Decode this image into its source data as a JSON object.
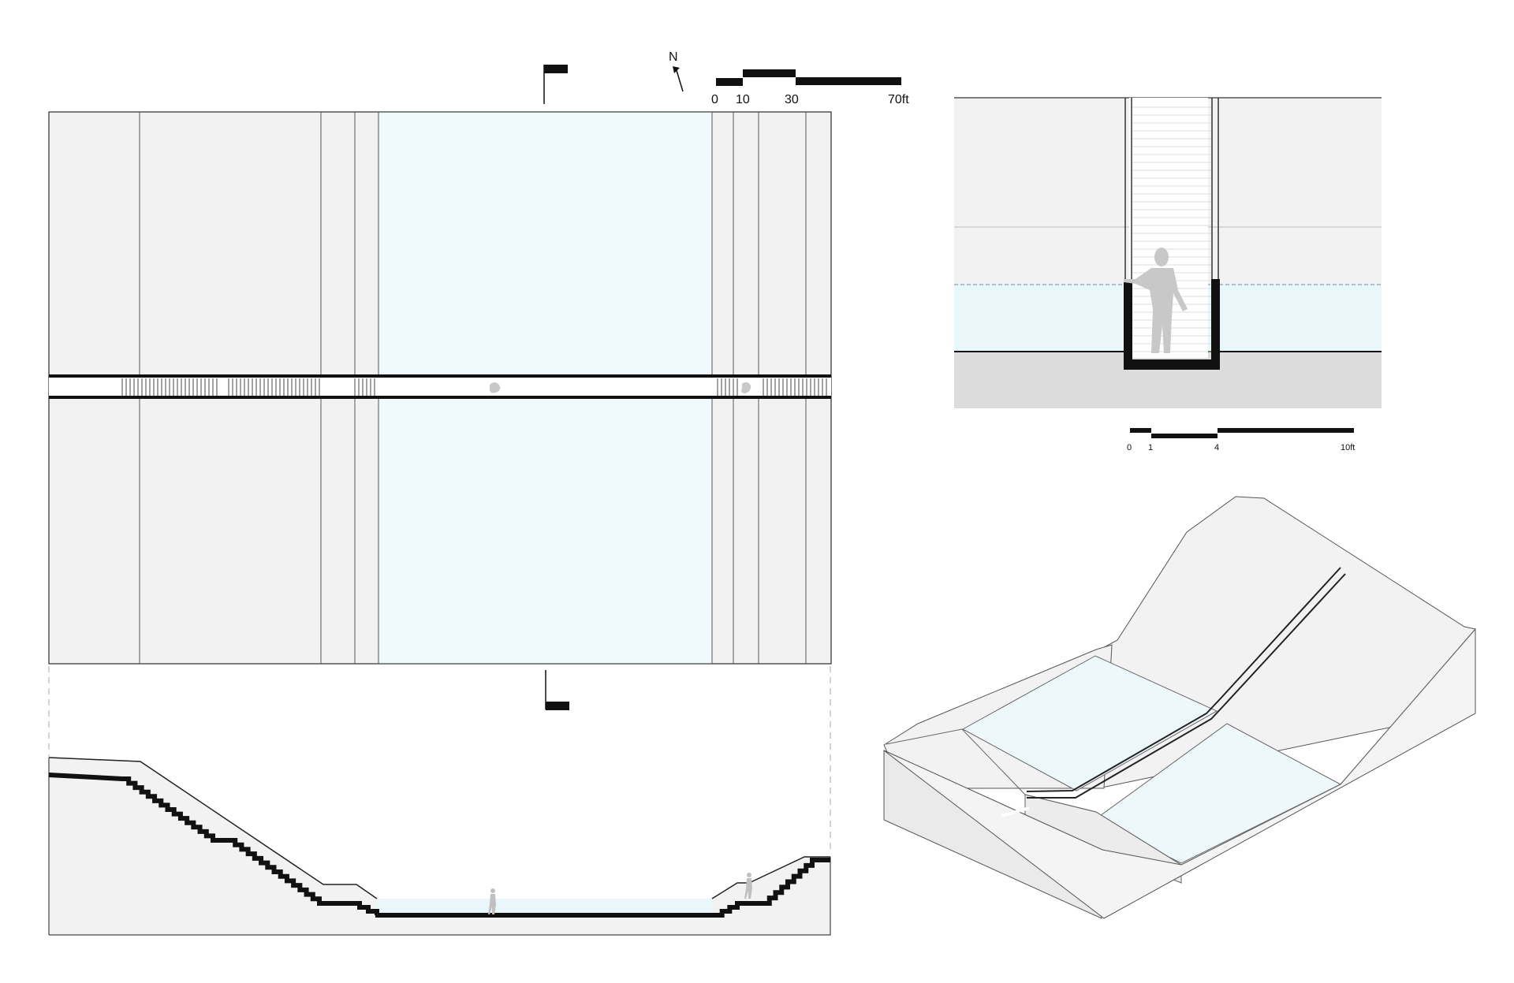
{
  "north": {
    "label": "N",
    "icon": "north-arrow-icon"
  },
  "plan_scale": {
    "ticks": [
      "0",
      "10",
      "30",
      "70ft"
    ]
  },
  "detail_scale": {
    "ticks": [
      "0",
      "1",
      "4",
      "10ft"
    ]
  },
  "colors": {
    "ground": "#f2f2f2",
    "water": "#f0f9fc",
    "detail_water": "#e9f6fa",
    "foundation": "#dcdcdc",
    "line": "#333333",
    "black": "#111111",
    "figure": "#c8c8c8"
  }
}
